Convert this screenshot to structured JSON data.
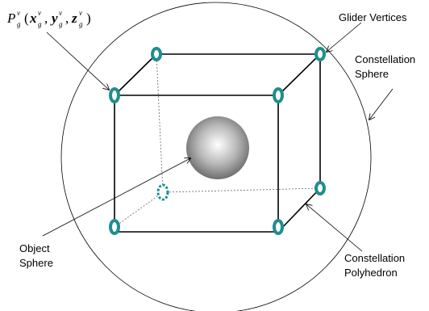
{
  "labels": {
    "glider_vertices": "Glider Vertices",
    "constellation_sphere_line1": "Constellation",
    "constellation_sphere_line2": "Sphere",
    "object_sphere_line1": "Object",
    "object_sphere_line2": "Sphere",
    "constellation_polyhedron_line1": "Constellation",
    "constellation_polyhedron_line2": "Polyhedron"
  },
  "formula": {
    "symbol": "P",
    "sup": "v",
    "sub": "g",
    "open_paren": "(",
    "close_paren": ")",
    "comma": ",",
    "x": "x",
    "y": "y",
    "z": "z"
  },
  "colors": {
    "vertex_ring": "#1f8e8e",
    "vertex_ring_dark": "#0f4f4f",
    "edge": "#000000",
    "hidden_edge": "#666666",
    "sphere_light": "#ffffff",
    "sphere_dark": "#6e6e6e"
  }
}
